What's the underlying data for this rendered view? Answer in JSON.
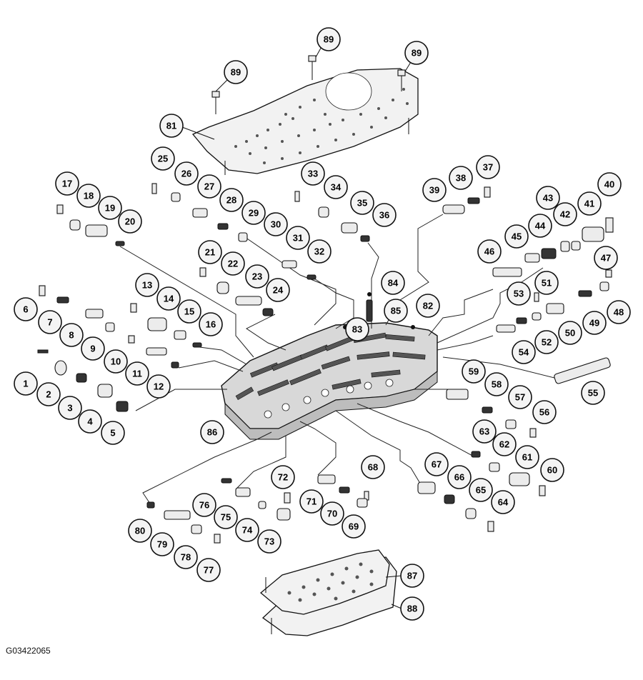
{
  "figure": {
    "id_label": "G03422065"
  },
  "callouts": [
    "1",
    "2",
    "3",
    "4",
    "5",
    "6",
    "7",
    "8",
    "9",
    "10",
    "11",
    "12",
    "13",
    "14",
    "15",
    "16",
    "17",
    "18",
    "19",
    "20",
    "21",
    "22",
    "23",
    "24",
    "25",
    "26",
    "27",
    "28",
    "29",
    "30",
    "31",
    "32",
    "33",
    "34",
    "35",
    "36",
    "37",
    "38",
    "39",
    "40",
    "41",
    "42",
    "43",
    "44",
    "45",
    "46",
    "47",
    "48",
    "49",
    "50",
    "51",
    "52",
    "53",
    "54",
    "55",
    "56",
    "57",
    "58",
    "59",
    "60",
    "61",
    "62",
    "63",
    "64",
    "65",
    "66",
    "67",
    "68",
    "69",
    "70",
    "71",
    "72",
    "73",
    "74",
    "75",
    "76",
    "77",
    "78",
    "79",
    "80",
    "81",
    "82",
    "83",
    "84",
    "85",
    "86",
    "87",
    "88",
    "89",
    "89",
    "89"
  ]
}
